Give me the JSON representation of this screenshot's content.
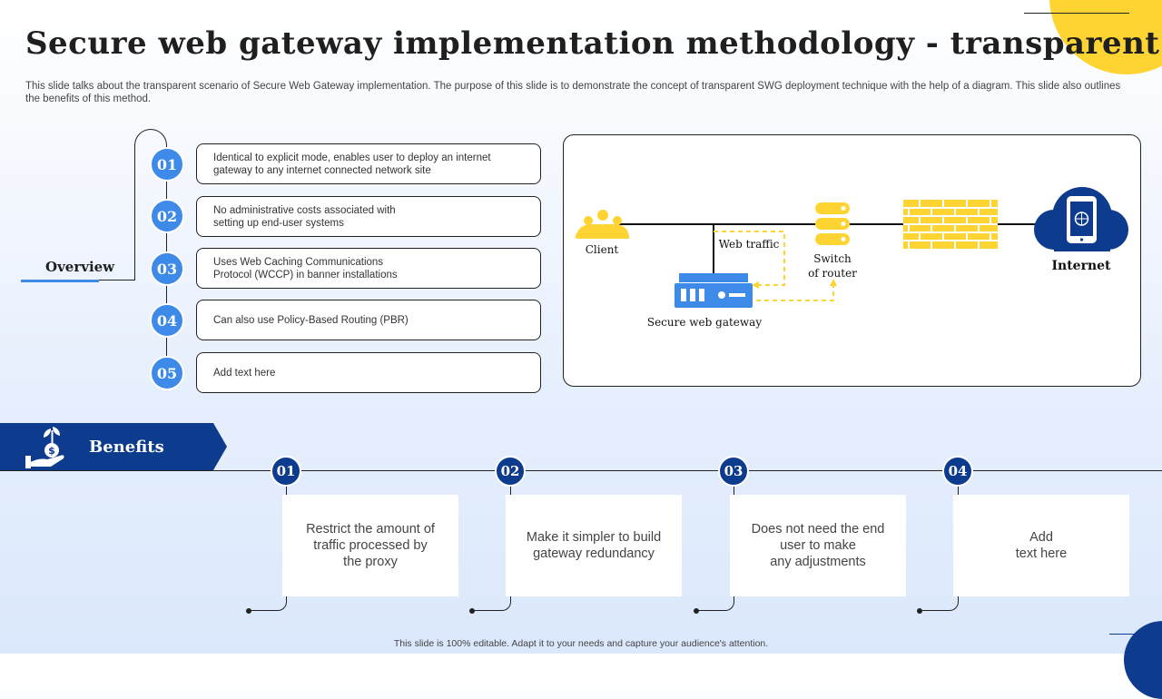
{
  "title": "Secure web gateway implementation methodology - transparent",
  "description": "This slide talks about the transparent scenario of Secure Web Gateway implementation. The purpose of this slide is to demonstrate the concept of transparent SWG deployment technique with the help of a diagram. This slide also outlines the benefits of this method.",
  "overview": {
    "label": "Overview",
    "items": [
      {
        "num": "01",
        "text": "Identical to explicit mode, enables user to deploy an internet gateway to any internet connected network site"
      },
      {
        "num": "02",
        "text": "No administrative costs associated with setting up end-user systems"
      },
      {
        "num": "03",
        "text": "Uses Web Caching Communications Protocol (WCCP) in banner installations"
      },
      {
        "num": "04",
        "text": "Can also use Policy-Based Routing (PBR)"
      },
      {
        "num": "05",
        "text": "Add text here"
      }
    ]
  },
  "diagram": {
    "client": "Client",
    "web_traffic": "Web traffic",
    "switch_line1": "Switch",
    "switch_line2": "of router",
    "gateway": "Secure web gateway",
    "internet": "Internet",
    "colors": {
      "accent_yellow": "#fdd432",
      "accent_blue": "#3e8ae8",
      "dark_blue": "#0d3b8e"
    }
  },
  "benefits": {
    "label": "Benefits",
    "items": [
      {
        "num": "01",
        "text": "Restrict the amount of\ntraffic processed by\nthe proxy"
      },
      {
        "num": "02",
        "text": "Make it simpler to build\ngateway redundancy"
      },
      {
        "num": "03",
        "text": "Does not need the end\nuser to make\nany adjustments"
      },
      {
        "num": "04",
        "text": "Add\ntext here"
      }
    ]
  },
  "footer": "This slide is 100% editable. Adapt it to your needs and capture your audience's attention."
}
